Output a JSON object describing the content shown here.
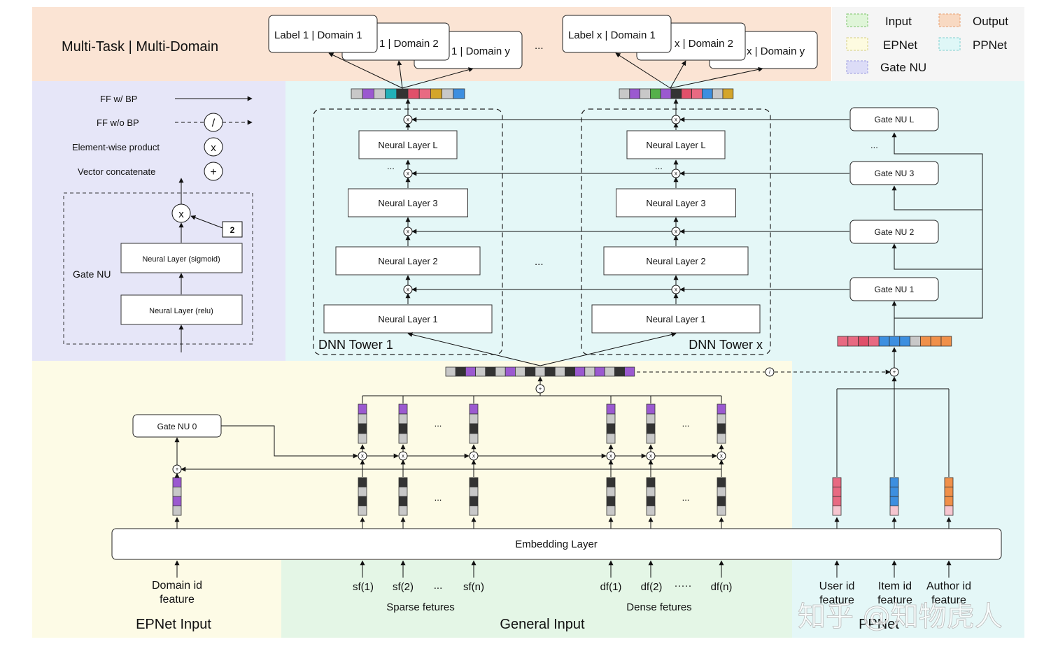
{
  "top": {
    "title": "Multi-Task | Multi-Domain",
    "labels_left": [
      "Label 1 | Domain 1",
      "1 | Domain 2",
      "1 | Domain y"
    ],
    "labels_right": [
      "Label x | Domain 1",
      "x | Domain 2",
      "x | Domain y"
    ],
    "ellipsis": "..."
  },
  "legend": {
    "items": [
      {
        "label": "Input",
        "color": "#dff5d8",
        "border": "#7cc46a"
      },
      {
        "label": "Output",
        "color": "#f8d9c2",
        "border": "#e8a070"
      },
      {
        "label": "EPNet",
        "color": "#fdfbe0",
        "border": "#d8d080"
      },
      {
        "label": "PPNet",
        "color": "#dff7f7",
        "border": "#7fd0d0"
      },
      {
        "label": "Gate NU",
        "color": "#dcdcf7",
        "border": "#9a9ae0"
      }
    ]
  },
  "key": {
    "ff_bp": "FF w/ BP",
    "ff_nobp": "FF w/o BP",
    "stop_symbol": "/",
    "elementwise": "Element-wise product",
    "elementwise_symbol": "x",
    "concat": "Vector concatenate",
    "concat_symbol": "+",
    "gate_nu_label": "Gate NU",
    "gate_sigmoid": "Neural Layer (sigmoid)",
    "gate_relu": "Neural Layer (relu)",
    "gate_scale": "2"
  },
  "towers": [
    {
      "name": "DNN Tower 1",
      "layers": [
        "Neural Layer L",
        "Neural Layer 3",
        "Neural Layer 2",
        "Neural Layer 1"
      ]
    },
    {
      "name": "DNN Tower x",
      "layers": [
        "Neural Layer L",
        "Neural Layer 3",
        "Neural Layer 2",
        "Neural Layer 1"
      ]
    }
  ],
  "towers_ellipsis": "...",
  "ppnet_gates": [
    "Gate NU L",
    "Gate NU 3",
    "Gate NU 2",
    "Gate NU 1"
  ],
  "gate_nu0": "Gate NU 0",
  "embedding_layer": "Embedding Layer",
  "inputs": {
    "domain_id": "Domain id\nfeature",
    "sparse": [
      "sf(1)",
      "sf(2)",
      "...",
      "sf(n)"
    ],
    "sparse_label": "Sparse fetures",
    "dense": [
      "df(1)",
      "df(2)",
      "·····",
      "df(n)"
    ],
    "dense_label": "Dense fetures",
    "user_id": "User id\nfeature",
    "item_id": "Item id\nfeature",
    "author_id": "Author id\nfeature"
  },
  "sections": {
    "epnet_input": "EPNet Input",
    "general_input": "General Input",
    "ppnet": "PPNet"
  },
  "watermark": "知乎 @知物虎人",
  "colors": {
    "purple": "#9b59d0",
    "dark": "#333333",
    "gray": "#c8c8c8",
    "pink": "#e86a82",
    "blue": "#3d8fe0",
    "orange": "#f0904a",
    "teal": "#22b0b8",
    "green": "#55b04a",
    "gold": "#d4a52a",
    "red": "#e0506a"
  }
}
